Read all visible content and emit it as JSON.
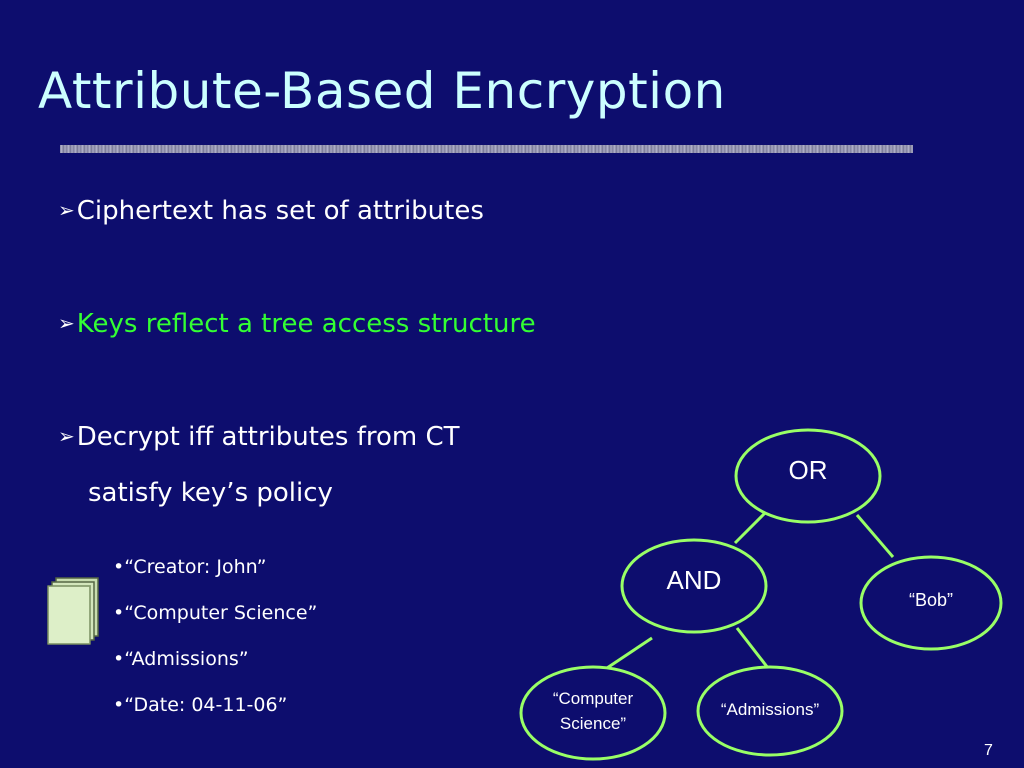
{
  "slide": {
    "title": "Attribute-Based Encryption",
    "bullets": [
      "Ciphertext has set of attributes",
      "Keys reflect a tree access structure",
      "Decrypt iff attributes from CT",
      "satisfy key’s policy"
    ],
    "attributes": [
      "•“Creator: John”",
      "•“Computer Science”",
      "•“Admissions”",
      "•“Date: 04-11-06”"
    ],
    "tree": {
      "root": "OR",
      "and_node": "AND",
      "bob": "“Bob”",
      "cs_line1": "“Computer",
      "cs_line2": "Science”",
      "admissions": "“Admissions”"
    },
    "page_number": "7"
  },
  "icons": {
    "bullet_arrow": "arrow-bullet-icon",
    "document": "document-stack-icon"
  },
  "colors": {
    "background": "#0d0d6e",
    "title": "#ccffff",
    "highlight": "#33ff33",
    "node_border": "#99ff66"
  }
}
